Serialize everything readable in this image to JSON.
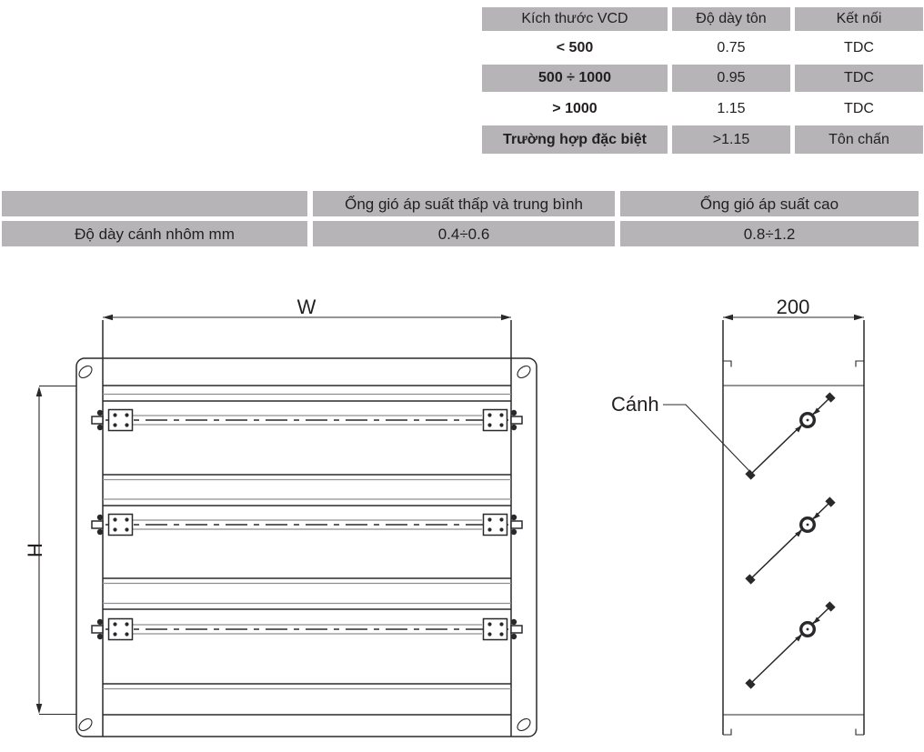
{
  "table_thickness": {
    "headers": [
      "Kích thước VCD",
      "Độ dày tôn",
      "Kết nối"
    ],
    "rows": [
      {
        "size": "< 500",
        "thickness": "0.75",
        "connection": "TDC"
      },
      {
        "size": "500 ÷ 1000",
        "thickness": "0.95",
        "connection": "TDC"
      },
      {
        "size": "> 1000",
        "thickness": "1.15",
        "connection": "TDC"
      },
      {
        "size": "Trường hợp đặc biệt",
        "thickness": ">1.15",
        "connection": "Tôn chấn"
      }
    ]
  },
  "table_blade": {
    "headers": [
      "",
      "Ống gió áp suất thấp và trung bình",
      "Ống gió áp suất cao"
    ],
    "row_label": "Độ dày cánh nhôm mm",
    "values": [
      "0.4÷0.6",
      "0.8÷1.2"
    ]
  },
  "drawing": {
    "front_view": {
      "width_label": "W",
      "height_label": "H"
    },
    "side_view": {
      "depth_label": "200",
      "blade_label": "Cánh"
    }
  },
  "colors": {
    "table_gray": "#b6b4b7",
    "text_dark": "#231f20",
    "line_dark": "#2a282b",
    "line_gray": "#8f8f91"
  }
}
